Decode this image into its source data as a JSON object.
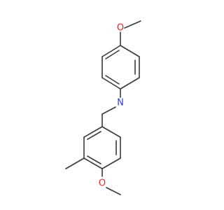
{
  "molecule": {
    "atoms": [
      {
        "id": "o_top",
        "element": "O",
        "label": "O",
        "color": "#e8292b"
      },
      {
        "id": "n_amine",
        "element": "N",
        "label": "N",
        "color": "#2a3cd8"
      },
      {
        "id": "o_bottom",
        "element": "O",
        "label": "O",
        "color": "#e8292b"
      }
    ],
    "bond_color": "#3a3a3a"
  }
}
